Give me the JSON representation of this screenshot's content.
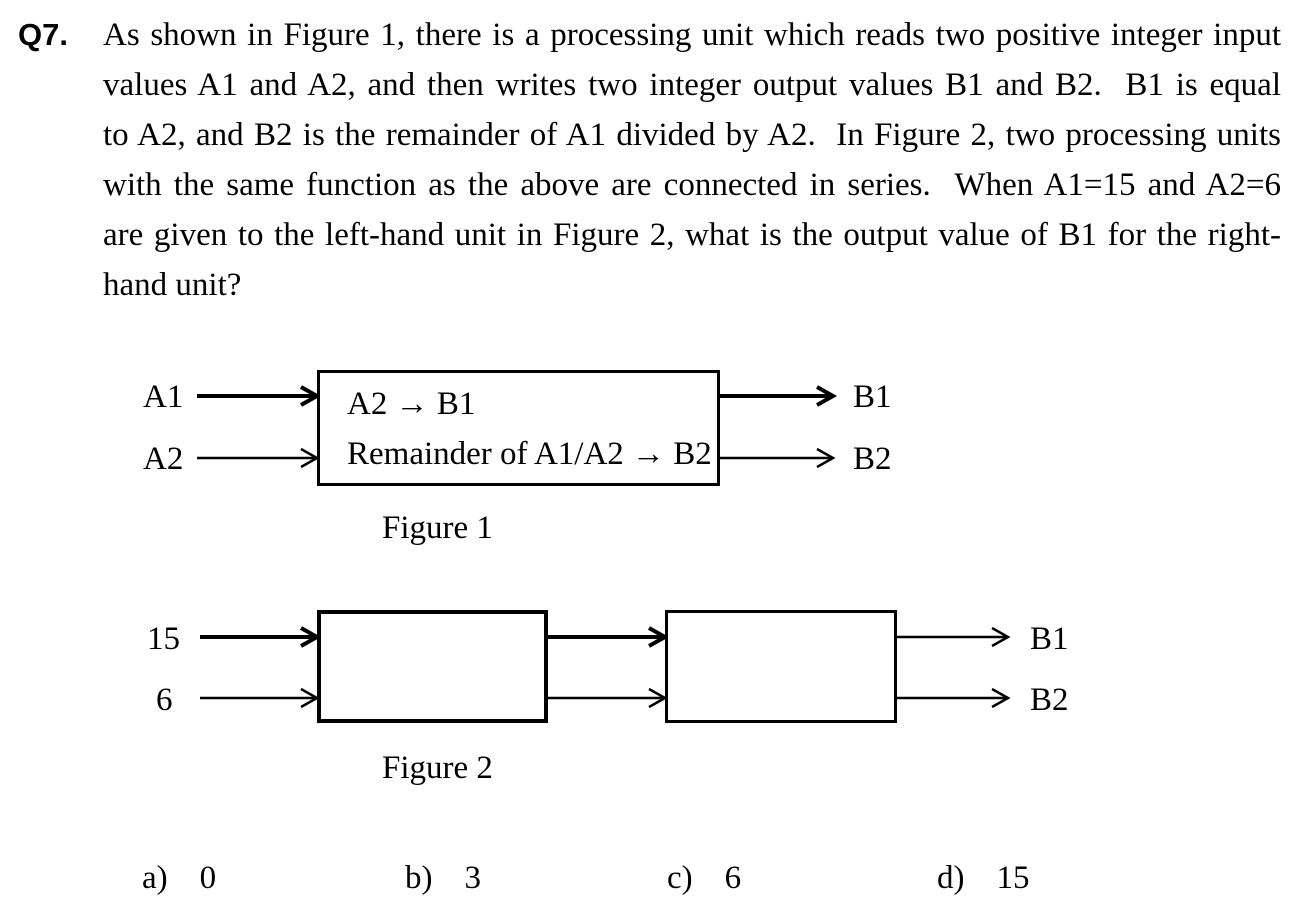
{
  "question": {
    "number": "Q7.",
    "lines": [
      "As shown in Figure 1, there is a processing unit which reads two positive integer input",
      "values A1 and A2, and then writes two integer output values B1 and B2.  B1 is equal",
      "to A2, and B2 is the remainder of A1 divided by A2.  In Figure 2, two processing units",
      "with the same function as the above are connected in series.  When A1=15 and A2=6",
      "are given to the left-hand unit in Figure 2, what is the output value of B1 for the right-",
      "hand unit?"
    ]
  },
  "figure1": {
    "caption": "Figure 1",
    "input_labels": [
      "A1",
      "A2"
    ],
    "output_labels": [
      "B1",
      "B2"
    ],
    "box_rule1": "A2 → B1",
    "box_rule2": "Remainder of A1/A2 → B2"
  },
  "figure2": {
    "caption": "Figure 2",
    "input_labels": [
      "15",
      "6"
    ],
    "output_labels": [
      "B1",
      "B2"
    ]
  },
  "options": [
    {
      "label": "a)",
      "value": "0"
    },
    {
      "label": "b)",
      "value": "3"
    },
    {
      "label": "c)",
      "value": "6"
    },
    {
      "label": "d)",
      "value": "15"
    }
  ],
  "colors": {
    "text": "#000000",
    "background": "#ffffff"
  }
}
